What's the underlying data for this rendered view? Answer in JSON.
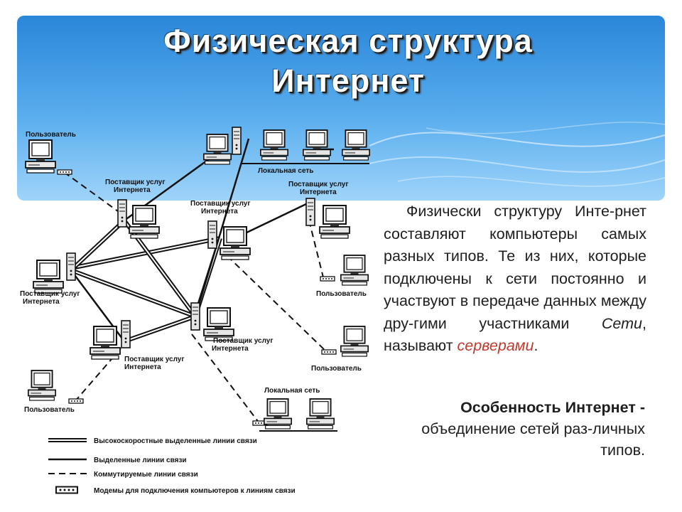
{
  "slide": {
    "title": "Физическая структура Интернет",
    "paragraph": {
      "part1": "Физически структуру Инте-рнет составляют компьютеры самых разных типов. Те из них, которые подключены к сети постоянно и участвуют в передаче данных между дру-гими участниками ",
      "term_network": "Сети",
      "part2": ", называют ",
      "term_servers": "серверами",
      "part3": "."
    },
    "feature": {
      "bold": "Особенность Интернет -",
      "rest": " объединение сетей раз-личных типов."
    },
    "colors": {
      "banner_top": "#2f8fe0",
      "banner_bottom": "#7ec4f7",
      "highlight_red": "#c0392b",
      "text": "#1e1e1e"
    }
  },
  "diagram": {
    "labels": {
      "user_top": "Пользователь",
      "isp_1_line1": "Поставщик услуг",
      "isp_1_line2": "Интернета",
      "isp_2_line1": "Поставщик услуг",
      "isp_2_line2": "Интернета",
      "isp_3_line1": "Поставщик услуг",
      "isp_3_line2": "Интернета",
      "isp_left_line1": "Поставщик услуг",
      "isp_left_line2": "Интернета",
      "isp_center_line1": "Поставщик услуг",
      "isp_center_line2": "Интернета",
      "isp_bottom_line1": "Поставщик услуг",
      "isp_bottom_line2": "Интернета",
      "lan_top": "Локальная сеть",
      "lan_bottom": "Локальная сеть",
      "user_right_1": "Пользователь",
      "user_right_2": "Пользователь",
      "user_bottom_left": "Пользователь"
    },
    "legend": [
      "Высокоскоростные выделенные линии связи",
      "Выделенные линии связи",
      "Коммутируемые линии связи",
      "Модемы для подключения компьютеров к линиям связи"
    ]
  }
}
